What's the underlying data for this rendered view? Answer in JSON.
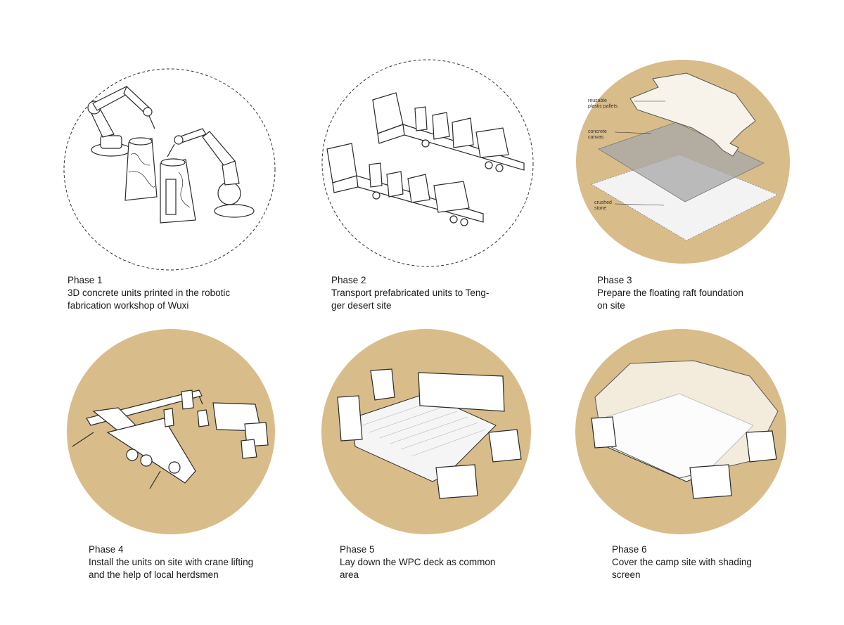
{
  "colors": {
    "sand": "#d8bc8a",
    "line": "#2a2a2a",
    "paper": "#ffffff"
  },
  "phases": [
    {
      "title": "Phase 1",
      "desc": "3D concrete units printed in the robotic\nfabrication workshop of Wuxi",
      "disc_style": "dashed"
    },
    {
      "title": "Phase 2",
      "desc": "Transport prefabricated units to Teng-\nger desert site",
      "disc_style": "dashed"
    },
    {
      "title": "Phase 3",
      "desc": "Prepare the floating raft foundation\non site",
      "disc_style": "sand",
      "labels": {
        "pallets": "reusable\nplastic pallets",
        "canvas": "concrete\ncanvas",
        "stone": "crushed\nstone"
      }
    },
    {
      "title": "Phase 4",
      "desc": "Install the units on site with crane lifting\nand the help of local herdsmen",
      "disc_style": "sand"
    },
    {
      "title": "Phase 5",
      "desc": "Lay down the WPC deck as common\narea",
      "disc_style": "sand"
    },
    {
      "title": "Phase 6",
      "desc": "Cover the camp site with shading\nscreen",
      "disc_style": "sand"
    }
  ]
}
